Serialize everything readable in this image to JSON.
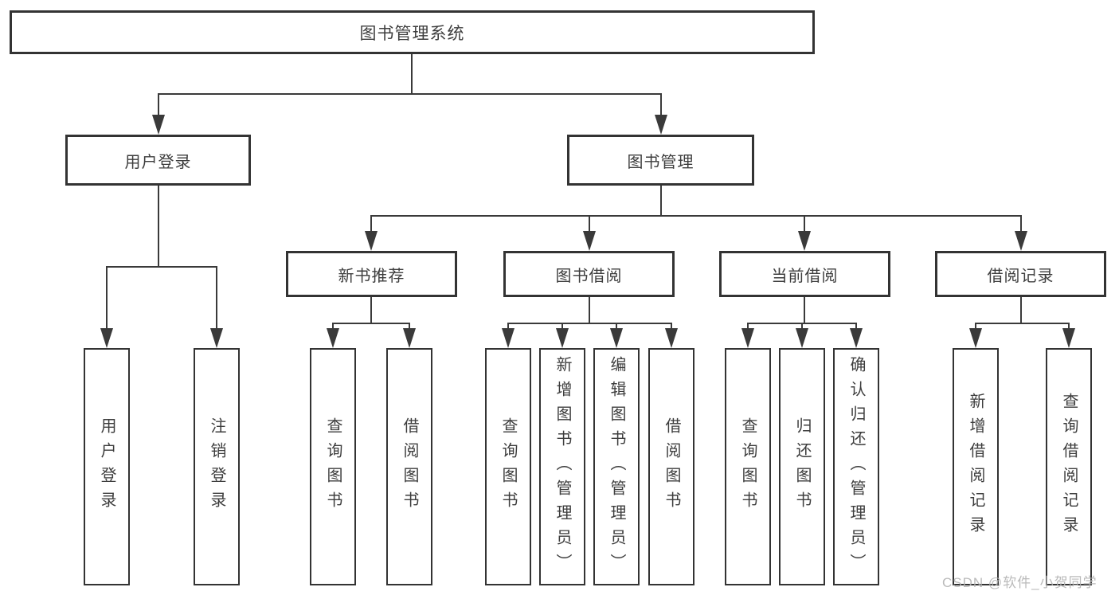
{
  "tree": {
    "root": {
      "label": "图书管理系统"
    },
    "branches": [
      {
        "label": "用户登录",
        "children": [
          {
            "label": "用户登录"
          },
          {
            "label": "注销登录"
          }
        ]
      },
      {
        "label": "图书管理",
        "sections": [
          {
            "label": "新书推荐",
            "children": [
              {
                "label": "查询图书"
              },
              {
                "label": "借阅图书"
              }
            ]
          },
          {
            "label": "图书借阅",
            "children": [
              {
                "label": "查询图书"
              },
              {
                "label": "新增图书（管理员）"
              },
              {
                "label": "编辑图书（管理员）"
              },
              {
                "label": "借阅图书"
              }
            ]
          },
          {
            "label": "当前借阅",
            "children": [
              {
                "label": "查询图书"
              },
              {
                "label": "归还图书"
              },
              {
                "label": "确认归还（管理员）"
              }
            ]
          },
          {
            "label": "借阅记录",
            "children": [
              {
                "label": "新增借阅记录"
              },
              {
                "label": "查询借阅记录"
              }
            ]
          }
        ]
      }
    ]
  },
  "watermark": {
    "text": "CSDN @软件_小贺同学"
  },
  "colors": {
    "line": "#3a3a3a",
    "border": "#333333",
    "text": "#3d3d3d",
    "watermark": "#b3b3b3",
    "background": "#ffffff"
  }
}
